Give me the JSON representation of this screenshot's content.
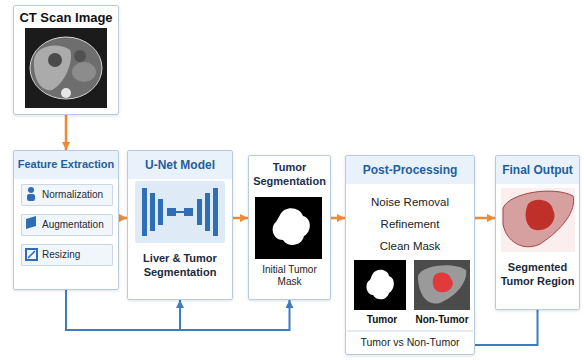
{
  "diagram": {
    "nodes": [
      {
        "text": [
          "CT Scan Image"
        ]
      },
      {
        "text": [
          "Feature Extraction"
        ]
      },
      {
        "text": [
          "Normalization"
        ],
        "in": 1
      },
      {
        "text": [
          "Augmentation"
        ],
        "in": 1
      },
      {
        "text": [
          "Resizing"
        ],
        "in": 1
      },
      {
        "text": [
          "U-Net Model",
          "Liver & Tumor Segmentation"
        ]
      },
      {
        "text": [
          "Tumor Segmentation",
          "Initial Tumor Mask"
        ]
      },
      {
        "text": [
          "Post-Processing",
          "Noise Removal",
          "Refinement",
          "Clean Mask",
          "Tumor",
          "Non-Tumor",
          "Tumor vs Non-Tumor"
        ]
      },
      {
        "text": [
          "Final Output",
          "Segmented Tumor Region"
        ]
      }
    ],
    "edges": [
      {
        "from": 0,
        "to": 1,
        "arrow": "to"
      },
      {
        "from": 1,
        "to": 5,
        "arrow": "to"
      },
      {
        "from": 5,
        "to": 6,
        "arrow": "to"
      },
      {
        "from": 6,
        "to": 7,
        "arrow": "to"
      },
      {
        "from": 7,
        "to": 8,
        "arrow": "to"
      },
      {
        "from": 1,
        "to": 5,
        "arrow": "to"
      },
      {
        "from": 1,
        "to": 6,
        "arrow": "to"
      },
      {
        "from": 7,
        "to": 8,
        "arrow": "none"
      }
    ]
  }
}
